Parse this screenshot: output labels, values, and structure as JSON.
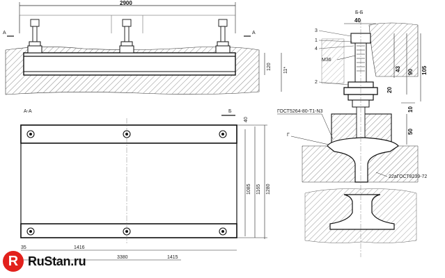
{
  "top_view": {
    "length": "2900",
    "height_a": "120",
    "height_b": "11*",
    "section_mark_left": "A",
    "section_mark_right": "A"
  },
  "section_aa": {
    "title": "A-A",
    "mark_b": "Б",
    "dim_1": "1085",
    "dim_2": "1165",
    "dim_3": "1280",
    "dim_top": "40",
    "dim_bottom_short": "1416",
    "dim_bottom_mid": "3380",
    "dim_bottom_right": "1415",
    "dim_corner": "35"
  },
  "section_bb": {
    "title": "Б-Б",
    "dim_width": "40",
    "thread": "M36",
    "dim_43": "43",
    "dim_90": "90",
    "dim_105": "105",
    "dim_20": "20",
    "dim_10": "10",
    "dim_50": "50",
    "callout_1": "1",
    "callout_2": "2",
    "callout_3": "3",
    "callout_4": "4",
    "callout_g": "Г",
    "std_1": "ГОСТ5264-80-Т1-N3",
    "std_2": "22аГОСТ8239-72"
  },
  "logo": {
    "mark": "R",
    "text": "RuStan.ru",
    "brand_color": "#e2211c"
  }
}
